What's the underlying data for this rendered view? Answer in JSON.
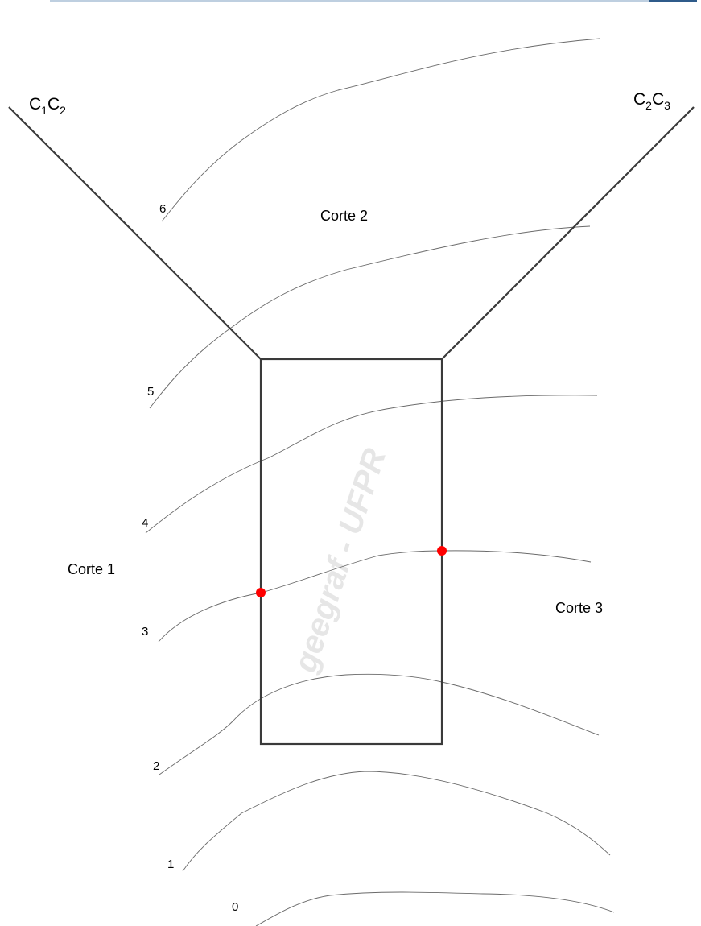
{
  "header": {
    "accent_color": "#a9bfd6",
    "tab_color": "#2f5b8a"
  },
  "contours": [
    {
      "label": "6"
    },
    {
      "label": "5"
    },
    {
      "label": "4"
    },
    {
      "label": "3"
    },
    {
      "label": "2"
    },
    {
      "label": "1"
    },
    {
      "label": "0"
    }
  ],
  "regions": {
    "corte1": "Corte 1",
    "corte2": "Corte 2",
    "corte3": "Corte 3"
  },
  "corners": {
    "left": {
      "c1": "C",
      "s1": "1",
      "c2": "C",
      "s2": "2"
    },
    "right": {
      "c1": "C",
      "s1": "2",
      "c2": "C",
      "s2": "3"
    }
  },
  "watermark": "geegraf - UFPR",
  "intersection_color": "#ff0000"
}
